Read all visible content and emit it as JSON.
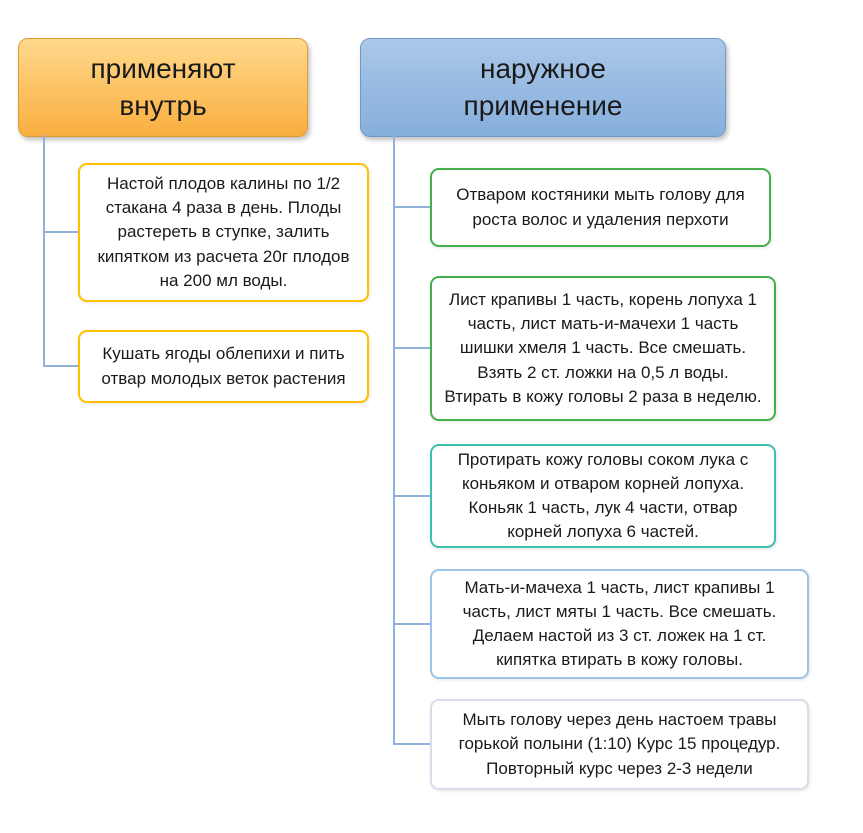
{
  "diagram": {
    "internal": {
      "header": "применяют\nвнутрь",
      "items": [
        "Настой плодов калины по 1/2 стакана 4 раза в день. Плоды растереть в ступке, залить кипятком из расчета 20г плодов на 200 мл воды.",
        "Кушать ягоды облепихи и пить отвар молодых веток растения"
      ]
    },
    "external": {
      "header": "наружное\nприменение",
      "items": [
        "Отваром костяники мыть голову для роста волос и удаления перхоти",
        "Лист крапивы 1 часть, корень лопуха 1 часть, лист мать-и-мачехи 1 часть шишки хмеля 1 часть. Все смешать. Взять 2 ст. ложки на 0,5 л воды. Втирать в кожу головы 2 раза в неделю.",
        "Протирать кожу головы соком лука с коньяком и отваром корней лопуха. Коньяк 1 часть, лук 4 части, отвар корней лопуха 6 частей.",
        "Мать-и-мачеха 1 часть, лист крапивы 1 часть, лист мяты 1 часть. Все смешать. Делаем настой из 3 ст. ложек на 1 ст. кипятка втирать в кожу головы.",
        "Мыть голову через день настоем травы горькой полыни (1:10) Курс 15 процедур. Повторный курс через 2-3 недели"
      ]
    }
  },
  "colors": {
    "internal_header_top": "#FFD98C",
    "internal_header_bottom": "#F9AE3F",
    "internal_header_border": "#DE9B33",
    "external_header_top": "#ABC8E8",
    "external_header_bottom": "#86AEDC",
    "external_header_border": "#7199C8",
    "connector": "#8FB2D9",
    "internal_item_border": "#FFC000",
    "external_item_borders": [
      "#44B04B",
      "#44B04B",
      "#3FC0AC",
      "#9DC3E6",
      "#D8DEE9"
    ]
  }
}
